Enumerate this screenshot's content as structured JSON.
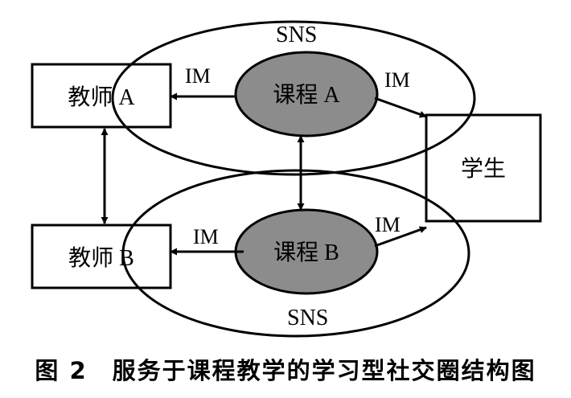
{
  "nodes": {
    "sns_top_label": "SNS",
    "sns_bottom_label": "SNS",
    "course_a": "课程 A",
    "course_b": "课程 B",
    "teacher_a": "教师 A",
    "teacher_b": "教师 B",
    "student": "学生"
  },
  "edges": {
    "im_course_a_teacher": "IM",
    "im_course_a_student": "IM",
    "im_course_b_teacher": "IM",
    "im_course_b_student": "IM"
  },
  "colors": {
    "course_fill": "#8c8c8c",
    "stroke": "#000000",
    "background": "#ffffff"
  },
  "caption": "图 2　服务于课程教学的学习型社交圈结构图"
}
